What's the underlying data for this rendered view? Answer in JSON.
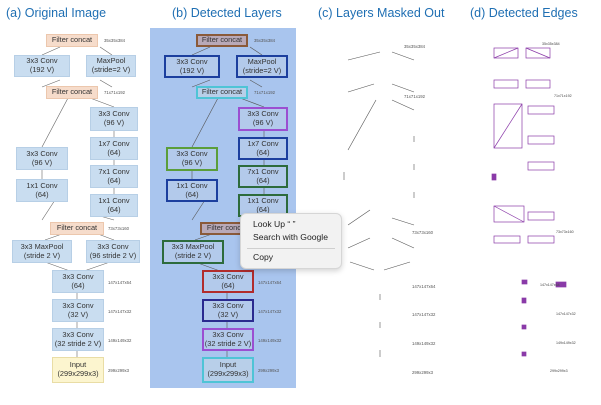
{
  "titles": {
    "a": "(a) Original Image",
    "b": "(b) Detected Layers",
    "c": "(c) Layers Masked Out",
    "d": "(d) Detected Edges"
  },
  "nodes": {
    "concat_top": "Filter concat",
    "conv3x3_192": "3x3 Conv\n(192 V)",
    "maxpool_s2": "MaxPool\n(stride=2 V)",
    "concat_mid": "Filter concat",
    "conv3x3_96_r": "3x3 Conv\n(96 V)",
    "conv1x7_64": "1x7 Conv\n(64)",
    "conv3x3_96_l": "3x3 Conv\n(96 V)",
    "conv7x1_64": "7x1 Conv\n(64)",
    "conv1x1_64_l": "1x1 Conv\n(64)",
    "conv1x1_64_r": "1x1 Conv\n(64)",
    "concat_low": "Filter concat",
    "maxpool3x3_s2": "3x3 MaxPool\n(stride 2 V)",
    "conv3x3_96_s2": "3x3 Conv\n(96 stride 2 V)",
    "conv3x3_64": "3x3 Conv\n(64)",
    "conv3x3_32v": "3x3 Conv\n(32 V)",
    "conv3x3_32_s2": "3x3 Conv\n(32 stride 2 V)",
    "input": "Input\n(299x299x3)"
  },
  "dims": {
    "d1": "35x35x384",
    "d2": "71x71x192",
    "d3": "73x73x160",
    "d4": "147x147x64",
    "d5": "147x147x32",
    "d6": "149x149x32",
    "d7": "299x299x3"
  },
  "context_menu": {
    "look_up": "Look Up “ ”",
    "search": "Search with Google",
    "copy": "Copy"
  },
  "colors": {
    "title": "#1f6fb3",
    "panel_b_bg": "#a9c5ee",
    "edge": "#8a3aa8"
  }
}
